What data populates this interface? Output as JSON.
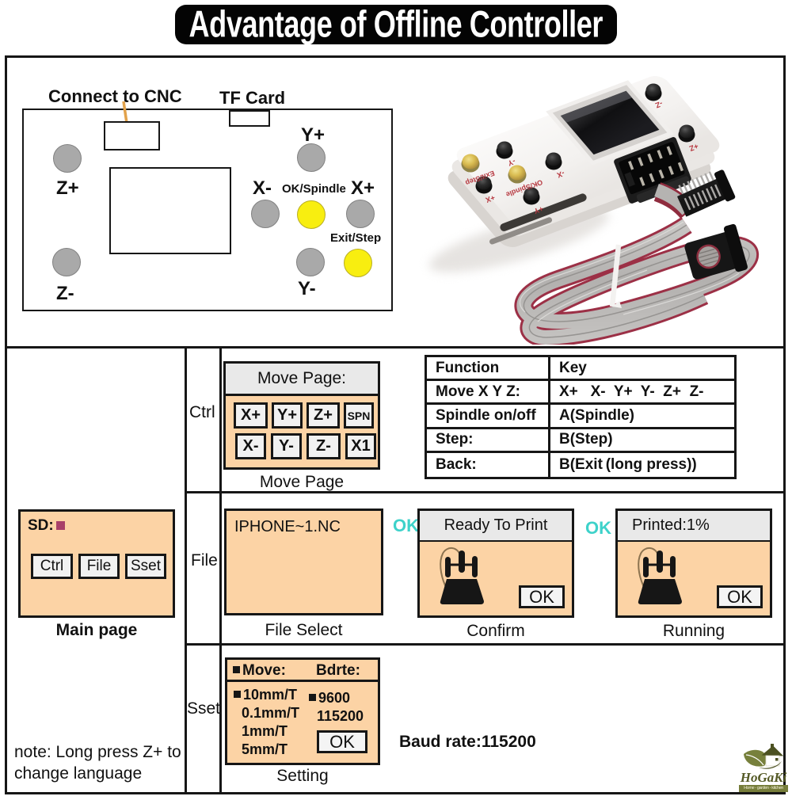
{
  "banner": {
    "title": "Advantage of Offline Controller"
  },
  "diagram": {
    "connect_label": "Connect to CNC",
    "tf_label": "TF Card",
    "buttons": {
      "y_plus": "Y+",
      "y_minus": "Y-",
      "z_plus": "Z+",
      "z_minus": "Z-",
      "x_plus": "X+",
      "x_minus": "X-",
      "ok_spindle": "OK/Spindle",
      "exit_step": "Exit/Step"
    }
  },
  "photo": {
    "labels": {
      "exit_step": "Exit/Step",
      "ok_spindle": "OK/Spindle",
      "y_minus": "-Y",
      "x_minus": "-X",
      "x_plus": "+X",
      "y_plus": "+Y",
      "z_minus": "-Z",
      "z_plus": "+Z"
    }
  },
  "rows": {
    "ctrl": {
      "label": "Ctrl",
      "screen_title": "Move Page:",
      "buttons_row1": [
        "X+",
        "Y+",
        "Z+",
        "SPN"
      ],
      "buttons_row2": [
        "X-",
        "Y-",
        "Z-",
        "X1"
      ],
      "caption": "Move Page",
      "table": {
        "rows": [
          [
            "Function",
            "Key"
          ],
          [
            "Move X Y Z:",
            "X+   X-  Y+  Y-  Z+  Z-"
          ],
          [
            "Spindle on/off",
            "A(Spindle)"
          ],
          [
            "Step:",
            "B(Step)"
          ],
          [
            "Back:",
            "B(Exit (long press))"
          ]
        ]
      }
    },
    "file": {
      "label": "File",
      "main_page": {
        "sd_label": "SD:",
        "buttons": [
          "Ctrl",
          "File",
          "Sset"
        ],
        "caption": "Main page"
      },
      "file_select": {
        "filename": "IPHONE~1.NC",
        "caption": "File Select"
      },
      "ok1": "OK",
      "confirm": {
        "title": "Ready To Print",
        "ok": "OK",
        "caption": "Confirm"
      },
      "ok2": "OK",
      "running": {
        "title": "Printed:1%",
        "ok": "OK",
        "caption": "Running"
      }
    },
    "sset": {
      "label": "Sset",
      "setting": {
        "title_left": "Move:",
        "title_right": "Bdrte:",
        "options": [
          "10mm/T",
          "0.1mm/T",
          "1mm/T",
          "5mm/T"
        ],
        "bauds": [
          "9600",
          "115200"
        ],
        "ok": "OK",
        "caption": "Setting"
      },
      "baud_line": "Baud rate:115200",
      "note_line1": "note: Long press Z+ to",
      "note_line2": "change language"
    }
  },
  "logo": {
    "name": "HoGaKi",
    "tagline": "Home - garden - kitchen"
  }
}
